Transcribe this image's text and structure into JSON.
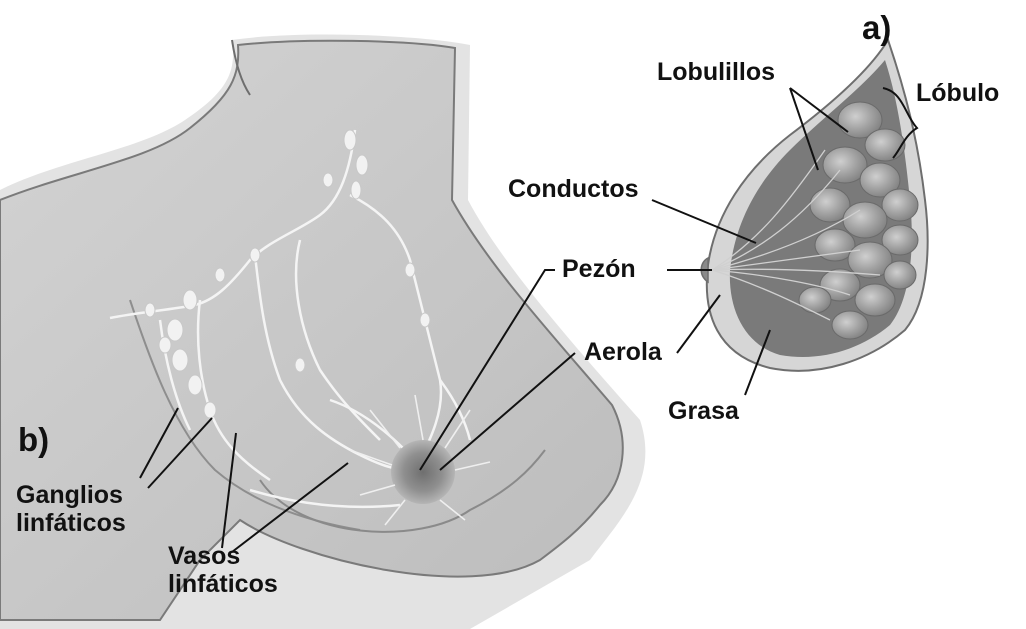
{
  "panels": {
    "a": "a)",
    "b": "b)"
  },
  "labels": {
    "lobulillos": "Lobulillos",
    "lobulo": "Lóbulo",
    "conductos": "Conductos",
    "pezon": "Pezón",
    "aerola": "Aerola",
    "grasa": "Grasa",
    "ganglios_line1": "Ganglios",
    "ganglios_line2": "linfáticos",
    "vasos_line1": "Vasos",
    "vasos_line2": "linfáticos"
  },
  "colors": {
    "body_shadow": "#d9d9d9",
    "body_fill": "#c6c6c6",
    "outline": "#6e6e6e",
    "lymph": "#f2f2f2",
    "areola": "#8c8c8c",
    "lobule": "#9a9a9a",
    "fat": "#767676",
    "leader": "#111111"
  }
}
